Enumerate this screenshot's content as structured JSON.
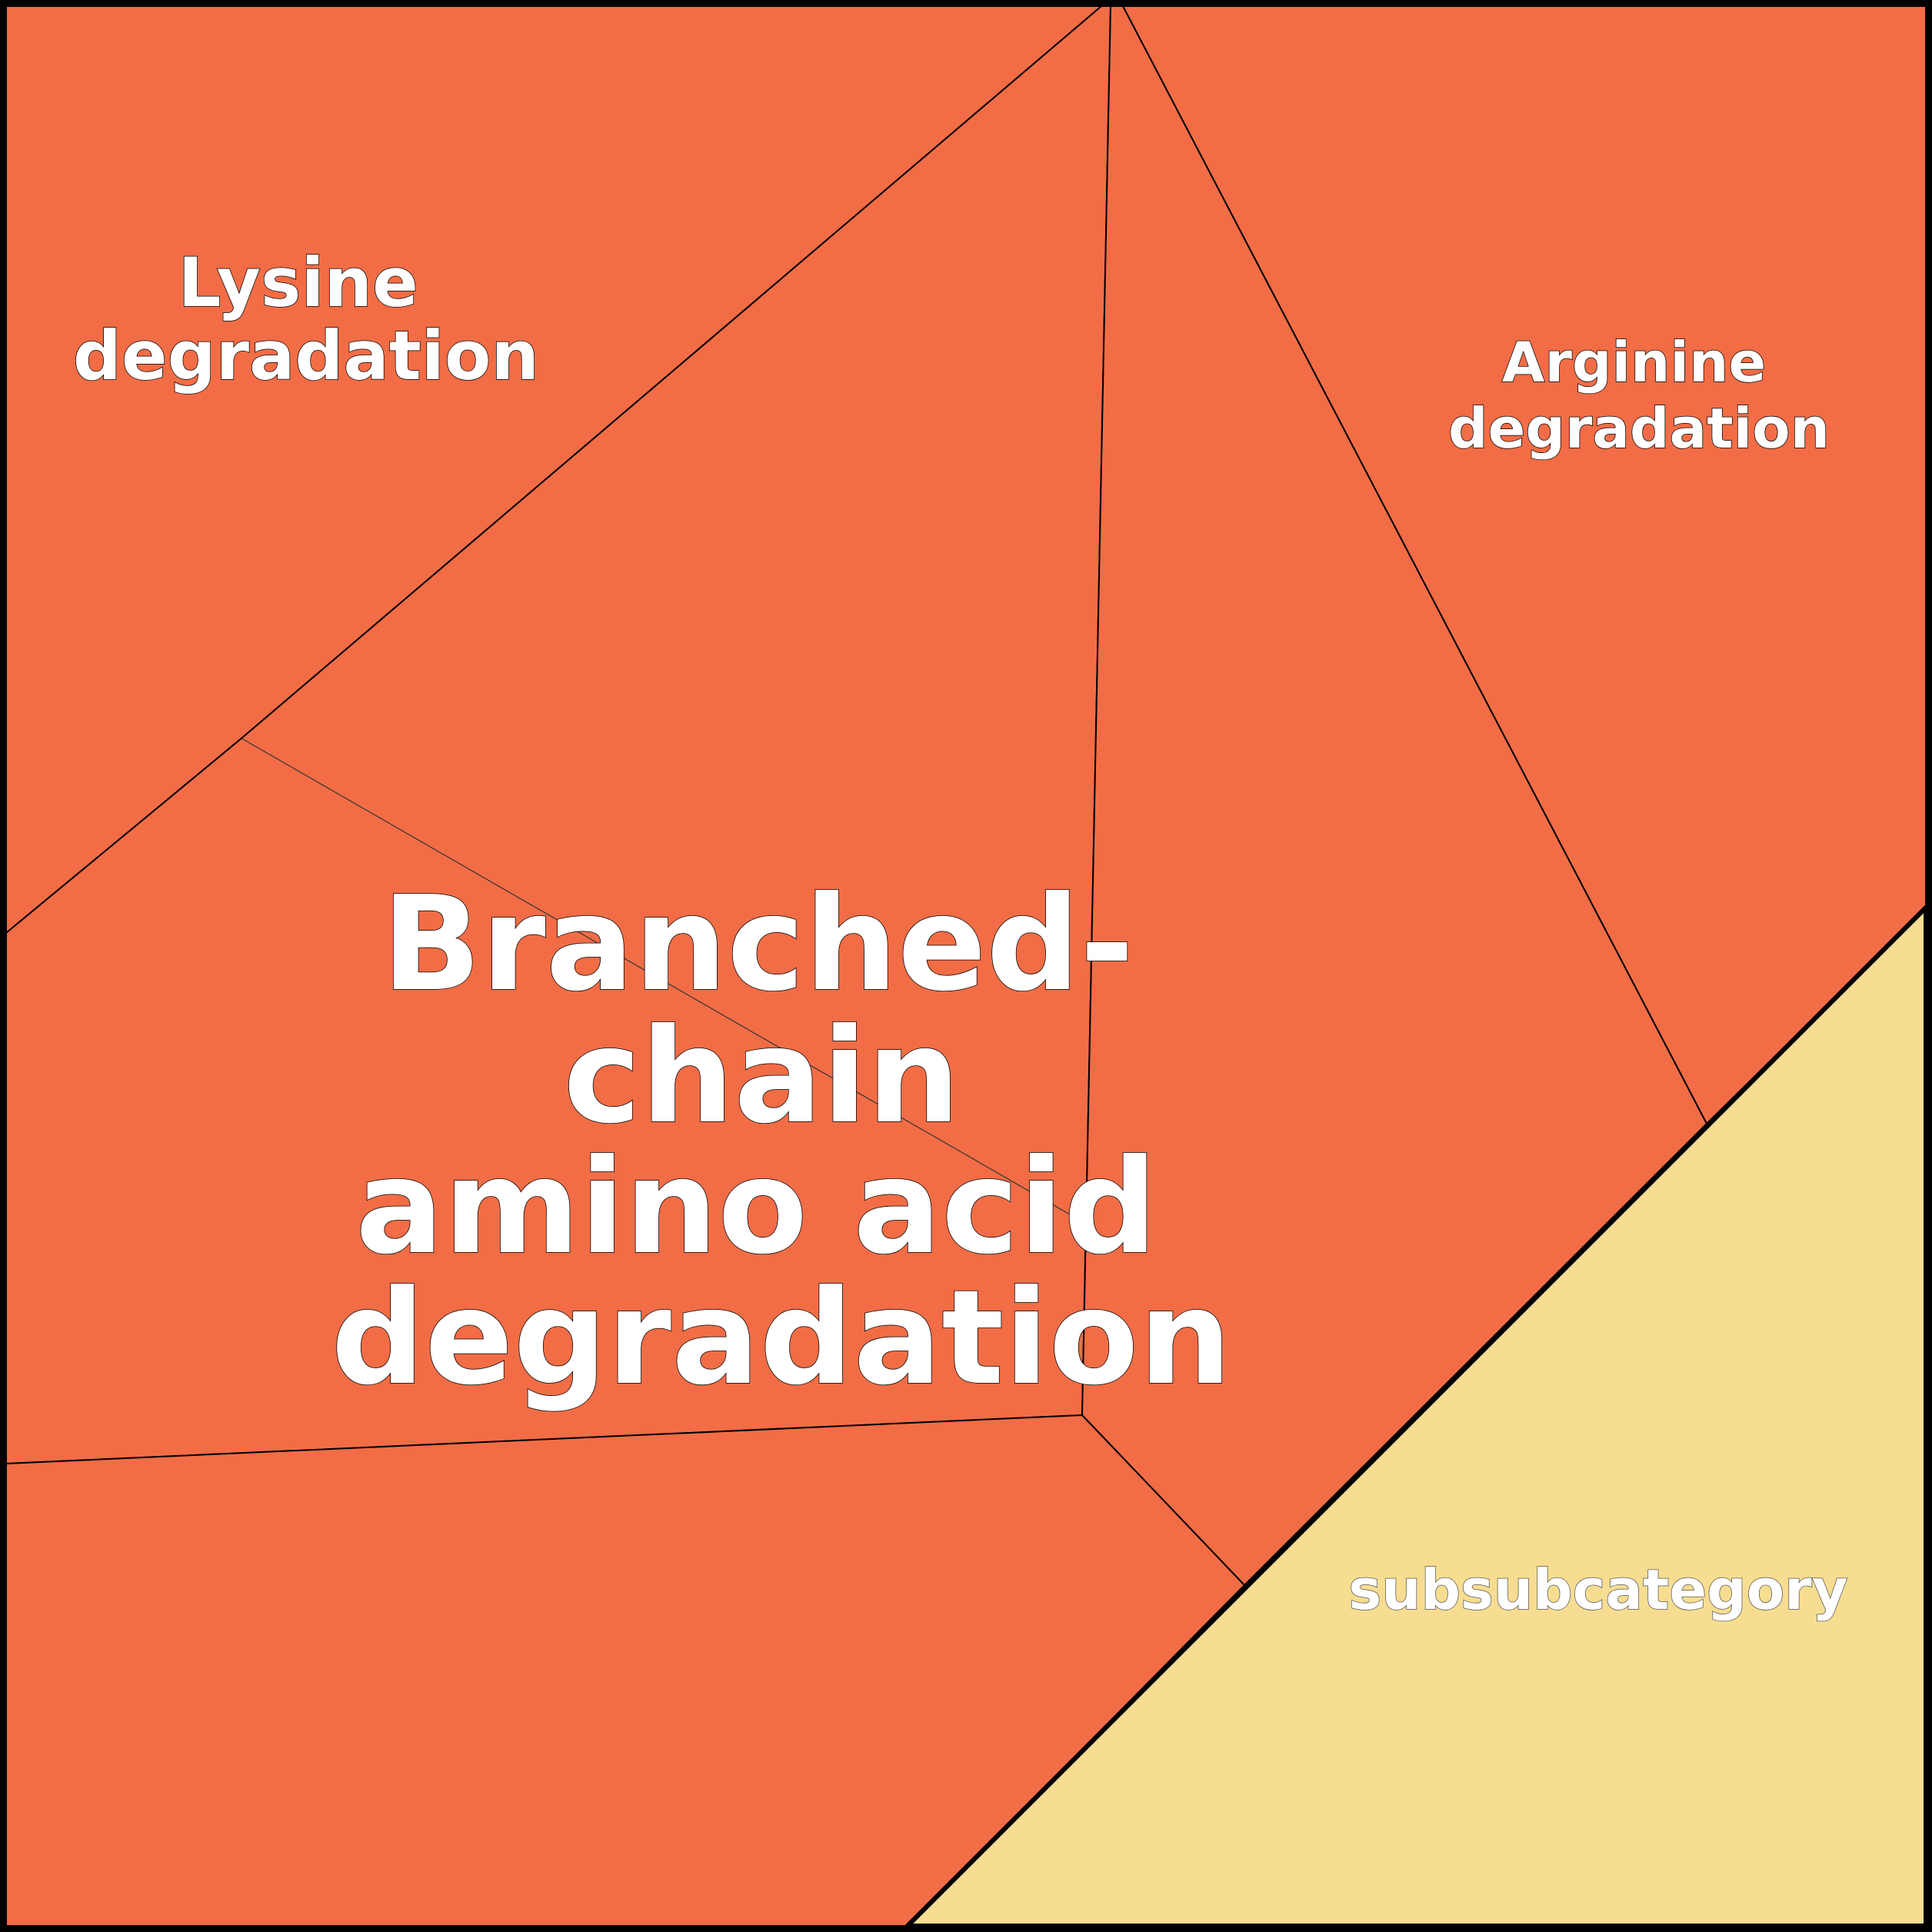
{
  "colors": {
    "primary_fill": "#f26d46",
    "secondary_fill": "#f7dd91",
    "border": "#000000",
    "label_text": "#ffffff"
  },
  "categories": {
    "lysine": {
      "label_lines": [
        "Lysine",
        "degradation"
      ]
    },
    "arginine": {
      "label_lines": [
        "Arginine",
        "degradation"
      ]
    },
    "branched_chain": {
      "label_lines": [
        "Branched-",
        "chain",
        "amino acid",
        "degradation"
      ]
    },
    "other": {
      "label_lines": [
        "subsubcategory"
      ]
    }
  }
}
